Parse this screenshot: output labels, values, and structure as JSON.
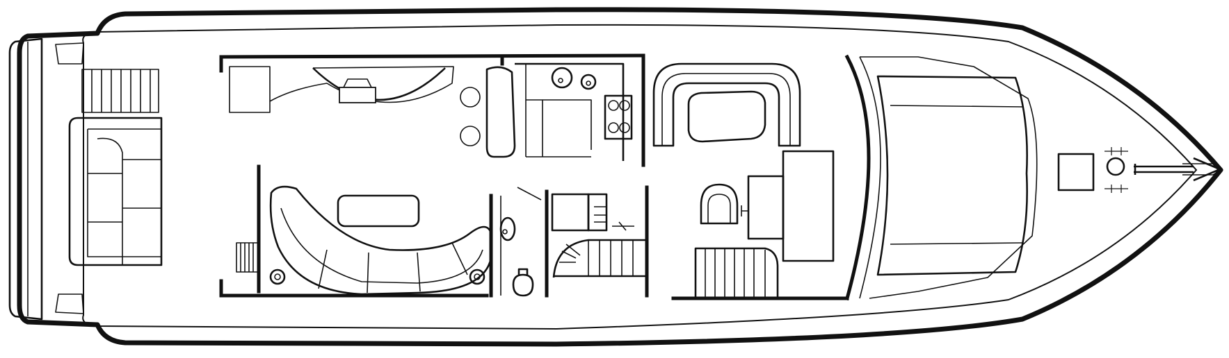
{
  "colors": {
    "ink": "#111111",
    "paper": "#ffffff"
  },
  "diagram": {
    "kind": "yacht main deck floor plan",
    "orientation": "bow-right",
    "labels": []
  },
  "zones": [
    {
      "id": "aft-deck",
      "features": [
        "swim-platform",
        "aft-stairs",
        "aft-settee"
      ]
    },
    {
      "id": "salon",
      "features": [
        "entertainment-cabinet",
        "curved-sofa",
        "coffee-table",
        "bar-stools"
      ]
    },
    {
      "id": "galley",
      "features": [
        "double-sink",
        "cooktop",
        "counter"
      ]
    },
    {
      "id": "day-head",
      "features": [
        "toilet",
        "vanity-sink"
      ]
    },
    {
      "id": "stairs-down",
      "features": [
        "spiral-stairs"
      ]
    },
    {
      "id": "dinette",
      "features": [
        "u-shaped-settee",
        "dinette-table"
      ]
    },
    {
      "id": "helm",
      "features": [
        "helm-chair",
        "helm-console",
        "companion-seat"
      ]
    },
    {
      "id": "foredeck",
      "features": [
        "windlass",
        "anchor",
        "bow-pulpit"
      ]
    }
  ]
}
